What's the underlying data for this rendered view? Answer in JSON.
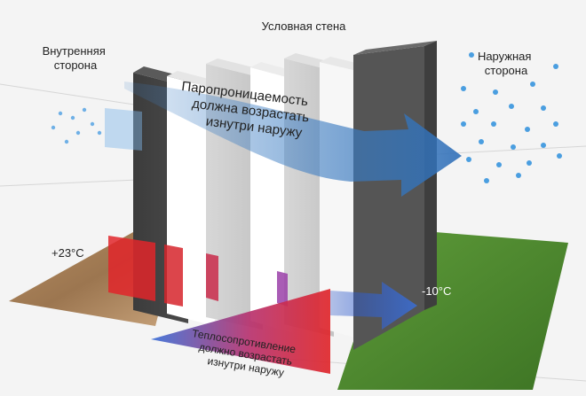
{
  "title": "Условная стена",
  "inner_side": [
    "Внутренняя",
    "сторона"
  ],
  "outer_side": [
    "Наружная",
    "сторона"
  ],
  "temperatures": {
    "inside": "+23°C",
    "outside": "-10°C"
  },
  "vapor_text": [
    "Паропроницаемость",
    "должна возрастать",
    "изнутри наружу"
  ],
  "thermal_text": [
    "Теплосопротивление",
    "должно возрастать",
    "изнутри наружу"
  ],
  "colors": {
    "vapor_arrow": "#3f7fc4",
    "heat_gradient_start": "#e0262a",
    "heat_gradient_end": "#3a6fd8",
    "grass": "#4e8a2d",
    "floor": "#a57e55"
  },
  "icons": {
    "floor": "wood-floor",
    "ground": "grass-ground",
    "vapor_droplets": "vapor-dots"
  }
}
